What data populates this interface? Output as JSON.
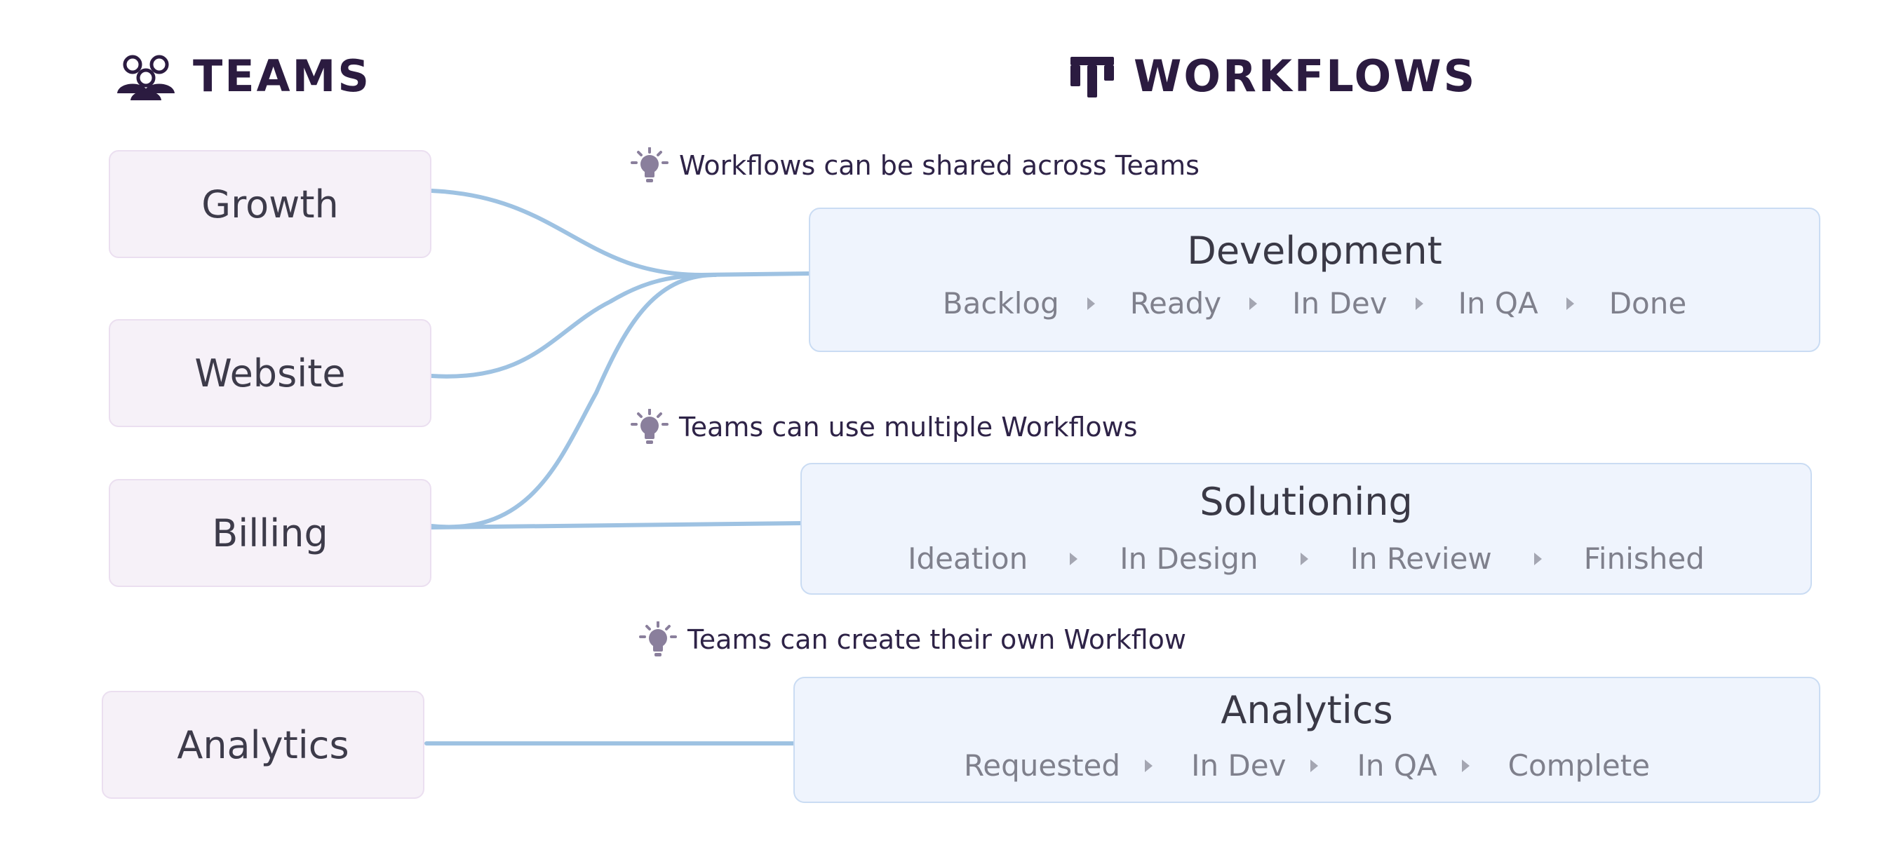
{
  "headers": {
    "teams": "TEAMS",
    "workflows": "WORKFLOWS"
  },
  "icons": {
    "teams": "people-group-icon",
    "workflows": "kanban-board-icon",
    "tip": "lightbulb-icon"
  },
  "colors": {
    "heading": "#2b1b40",
    "team_fill": "#f6f1f8",
    "workflow_fill": "#eff4fd",
    "connector": "#9ec2e2",
    "bulb": "#8a7f9c"
  },
  "teams": [
    {
      "label": "Growth"
    },
    {
      "label": "Website"
    },
    {
      "label": "Billing"
    },
    {
      "label": "Analytics"
    }
  ],
  "tips": [
    {
      "text": "Workflows can be shared across Teams"
    },
    {
      "text": "Teams can use multiple Workflows"
    },
    {
      "text": "Teams can create their own Workflow"
    }
  ],
  "workflows": [
    {
      "title": "Development",
      "states": [
        "Backlog",
        "Ready",
        "In Dev",
        "In QA",
        "Done"
      ]
    },
    {
      "title": "Solutioning",
      "states": [
        "Ideation",
        "In Design",
        "In Review",
        "Finished"
      ]
    },
    {
      "title": "Analytics",
      "states": [
        "Requested",
        "In Dev",
        "In QA",
        "Complete"
      ]
    }
  ]
}
